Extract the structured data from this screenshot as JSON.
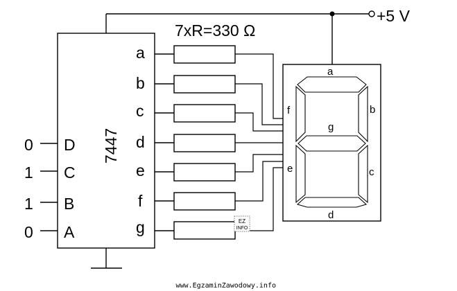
{
  "supply": "+5 V",
  "resistor_note": "7xR=330 Ω",
  "decoder": {
    "name": "7447",
    "inputs": [
      {
        "pin": "D",
        "value": "0"
      },
      {
        "pin": "C",
        "value": "1"
      },
      {
        "pin": "B",
        "value": "1"
      },
      {
        "pin": "A",
        "value": "0"
      }
    ],
    "outputs": [
      "a",
      "b",
      "c",
      "d",
      "e",
      "f",
      "g"
    ]
  },
  "display": {
    "segments": {
      "a": "a",
      "b": "b",
      "c": "c",
      "d": "d",
      "e": "e",
      "f": "f",
      "g": "g"
    }
  },
  "watermark": "www.EgzaminZawodowy.info",
  "logo_text": "EZ INFO"
}
